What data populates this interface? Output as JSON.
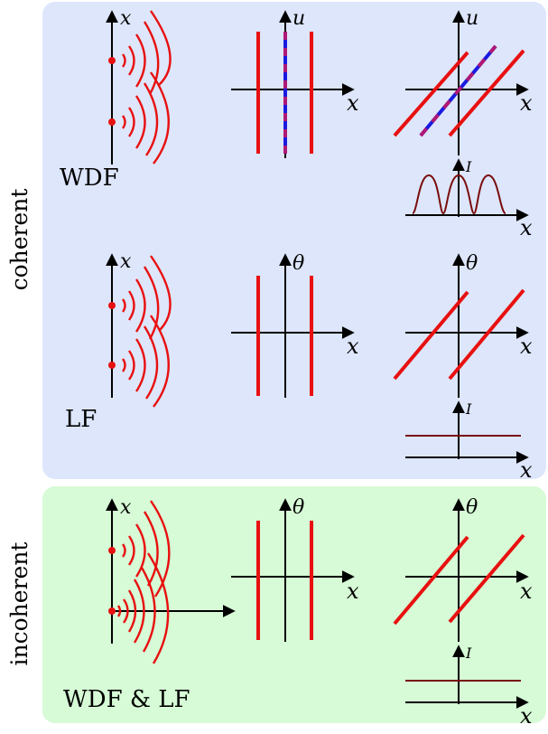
{
  "colors": {
    "coherent_panel": "#dde6fb",
    "incoherent_panel": "#d6fbd6",
    "wave": "#e81010",
    "blue_overlay": "#1a1ae0",
    "intensity": "#7a0c0c",
    "axis": "#000000"
  },
  "side_labels": {
    "coherent": "coherent",
    "incoherent": "incoherent"
  },
  "rows": [
    {
      "panel": "coherent",
      "label": "WDF",
      "source_axis": "x",
      "space_axes": {
        "vertical": "u",
        "horizontal": "x"
      },
      "sheared_axes": {
        "vertical": "u",
        "horizontal": "x"
      },
      "interference_terms": true,
      "intensity": {
        "vertical": "I",
        "horizontal": "x",
        "shape": "fringes"
      }
    },
    {
      "panel": "coherent",
      "label": "LF",
      "source_axis": "x",
      "space_axes": {
        "vertical": "θ",
        "horizontal": "x"
      },
      "sheared_axes": {
        "vertical": "θ",
        "horizontal": "x"
      },
      "interference_terms": false,
      "intensity": {
        "vertical": "I",
        "horizontal": "x",
        "shape": "flat"
      }
    },
    {
      "panel": "incoherent",
      "label": "WDF & LF",
      "source_axis": "x",
      "space_axes": {
        "vertical": "θ",
        "horizontal": "x"
      },
      "sheared_axes": {
        "vertical": "θ",
        "horizontal": "x"
      },
      "interference_terms": false,
      "intensity": {
        "vertical": "I",
        "horizontal": "x",
        "shape": "flat"
      }
    }
  ]
}
